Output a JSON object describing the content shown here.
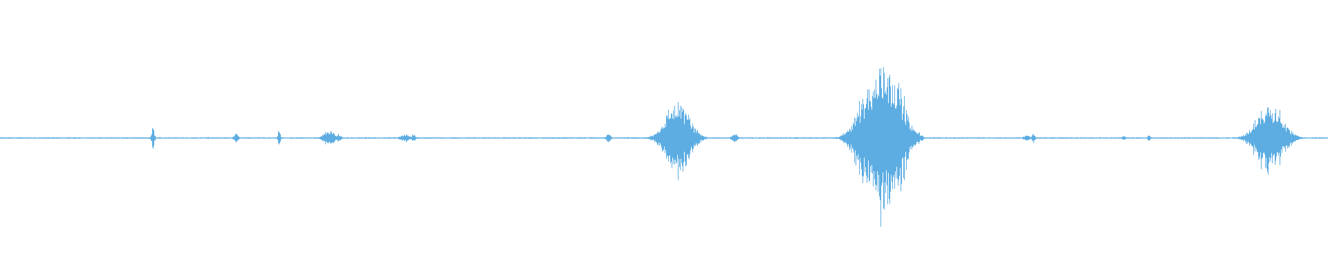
{
  "waveform": {
    "color": "#5dade2",
    "background": "#ffffff",
    "bursts": [
      {
        "t": 0.115,
        "amp": 0.12,
        "w": 0.001
      },
      {
        "t": 0.1775,
        "amp": 0.05,
        "w": 0.0015
      },
      {
        "t": 0.21,
        "amp": 0.1,
        "w": 0.0008
      },
      {
        "t": 0.2475,
        "amp": 0.09,
        "w": 0.0035
      },
      {
        "t": 0.255,
        "amp": 0.05,
        "w": 0.0015
      },
      {
        "t": 0.305,
        "amp": 0.05,
        "w": 0.003
      },
      {
        "t": 0.311,
        "amp": 0.04,
        "w": 0.0015
      },
      {
        "t": 0.458,
        "amp": 0.05,
        "w": 0.0015
      },
      {
        "t": 0.51,
        "amp": 0.42,
        "w": 0.0085
      },
      {
        "t": 0.553,
        "amp": 0.06,
        "w": 0.002
      },
      {
        "t": 0.655,
        "amp": 0.6,
        "w": 0.009
      },
      {
        "t": 0.664,
        "amp": 0.95,
        "w": 0.006
      },
      {
        "t": 0.67,
        "amp": 0.85,
        "w": 0.0055
      },
      {
        "t": 0.676,
        "amp": 0.6,
        "w": 0.006
      },
      {
        "t": 0.686,
        "amp": 0.12,
        "w": 0.004
      },
      {
        "t": 0.69,
        "amp": 0.08,
        "w": 0.003
      },
      {
        "t": 0.773,
        "amp": 0.04,
        "w": 0.002
      },
      {
        "t": 0.778,
        "amp": 0.06,
        "w": 0.001
      },
      {
        "t": 0.846,
        "amp": 0.03,
        "w": 0.001
      },
      {
        "t": 0.865,
        "amp": 0.04,
        "w": 0.001
      },
      {
        "t": 0.956,
        "amp": 0.42,
        "w": 0.009
      }
    ],
    "baseline_noise": 0.008
  }
}
